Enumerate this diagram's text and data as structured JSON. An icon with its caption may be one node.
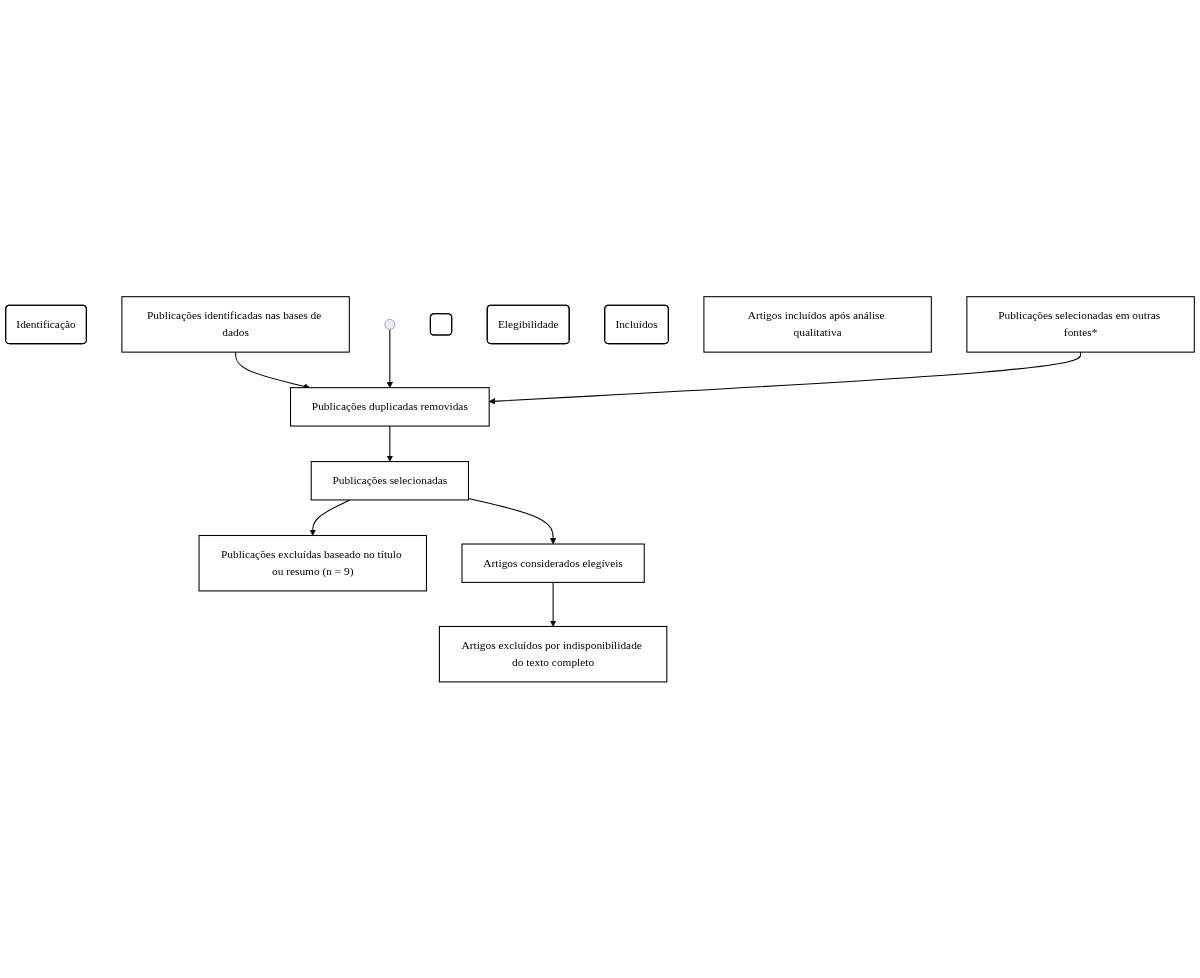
{
  "diagram": {
    "nodes": [
      {
        "text": [
          "Identificação"
        ]
      },
      {
        "text": [
          "Publicações identificadas nas bases de dados"
        ]
      },
      {
        "text": [
          "Publicações selecionadas em outras fontes*"
        ]
      },
      {
        "text": [],
        "shape": "box"
      },
      {
        "text": [
          "Publicações duplicadas removidas"
        ]
      },
      {
        "text": [
          "Elegibilidade"
        ]
      },
      {
        "text": [
          "Publicações selecionadas"
        ]
      },
      {
        "text": [
          "Publicações excluídas baseado no título ou resumo (n = 9)"
        ]
      },
      {
        "text": [
          "Artigos considerados elegíveis"
        ]
      },
      {
        "text": [
          "Artigos excluídos por indisponibilidade do texto completo"
        ]
      },
      {
        "text": [
          "Incluídos"
        ]
      },
      {
        "text": [
          "Artigos incluídos após análise qualitativa"
        ]
      }
    ],
    "edges": [
      {
        "from": 1,
        "to": 4,
        "arrow": "to"
      },
      {
        "from": null,
        "to": 4,
        "arrow": "to"
      },
      {
        "from": 2,
        "to": 4,
        "arrow": "to"
      },
      {
        "from": 4,
        "to": 6,
        "arrow": "to"
      },
      {
        "from": 6,
        "to": 7,
        "arrow": "to"
      },
      {
        "from": 6,
        "to": 8,
        "arrow": "to"
      },
      {
        "from": 8,
        "to": 9,
        "arrow": "to"
      }
    ]
  }
}
